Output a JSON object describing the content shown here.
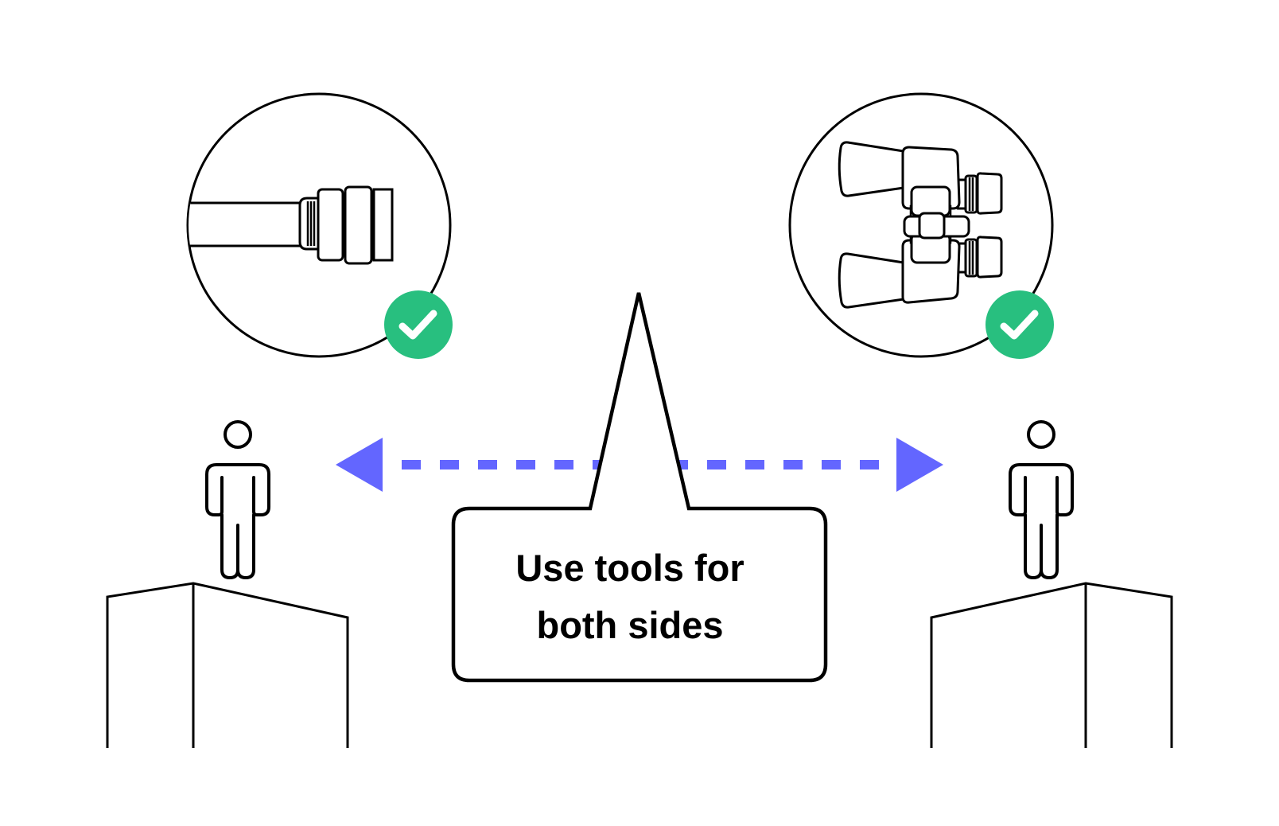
{
  "diagram": {
    "title": "Two people on pedestals exchanging across a gap, each with a verified tool",
    "speech_bubble": {
      "lines": [
        "Use tools for",
        "both sides"
      ]
    },
    "left_side": {
      "tool": "coaxial-cable-connector",
      "status": "check",
      "person": "person",
      "pedestal": "pedestal"
    },
    "right_side": {
      "tool": "binoculars",
      "status": "check",
      "person": "person",
      "pedestal": "pedestal"
    },
    "connector": {
      "style": "dashed",
      "direction": "bidirectional"
    },
    "colors": {
      "line": "#000000",
      "arrow": "#6366FF",
      "check_badge": "#28BF7F",
      "check_mark": "#FFFFFF",
      "background": "#FFFFFF"
    }
  }
}
